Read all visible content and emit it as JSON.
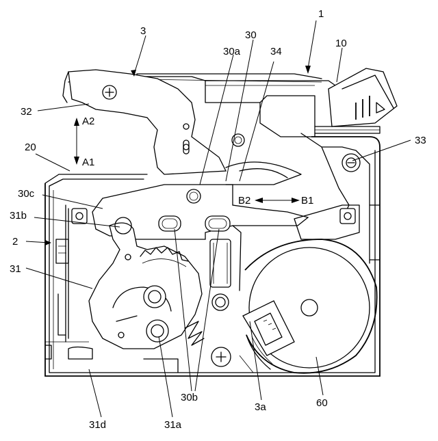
{
  "labels": {
    "l_1": "1",
    "l_3": "3",
    "l_30": "30",
    "l_30a": "30a",
    "l_34": "34",
    "l_10": "10",
    "l_32": "32",
    "l_A2": "A2",
    "l_A1": "A1",
    "l_20": "20",
    "l_33": "33",
    "l_30c": "30c",
    "l_31b": "31b",
    "l_B2": "B2",
    "l_B1": "B1",
    "l_2": "2",
    "l_31": "31",
    "l_30b": "30b",
    "l_31d": "31d",
    "l_31a": "31a",
    "l_3a": "3a",
    "l_60": "60"
  }
}
